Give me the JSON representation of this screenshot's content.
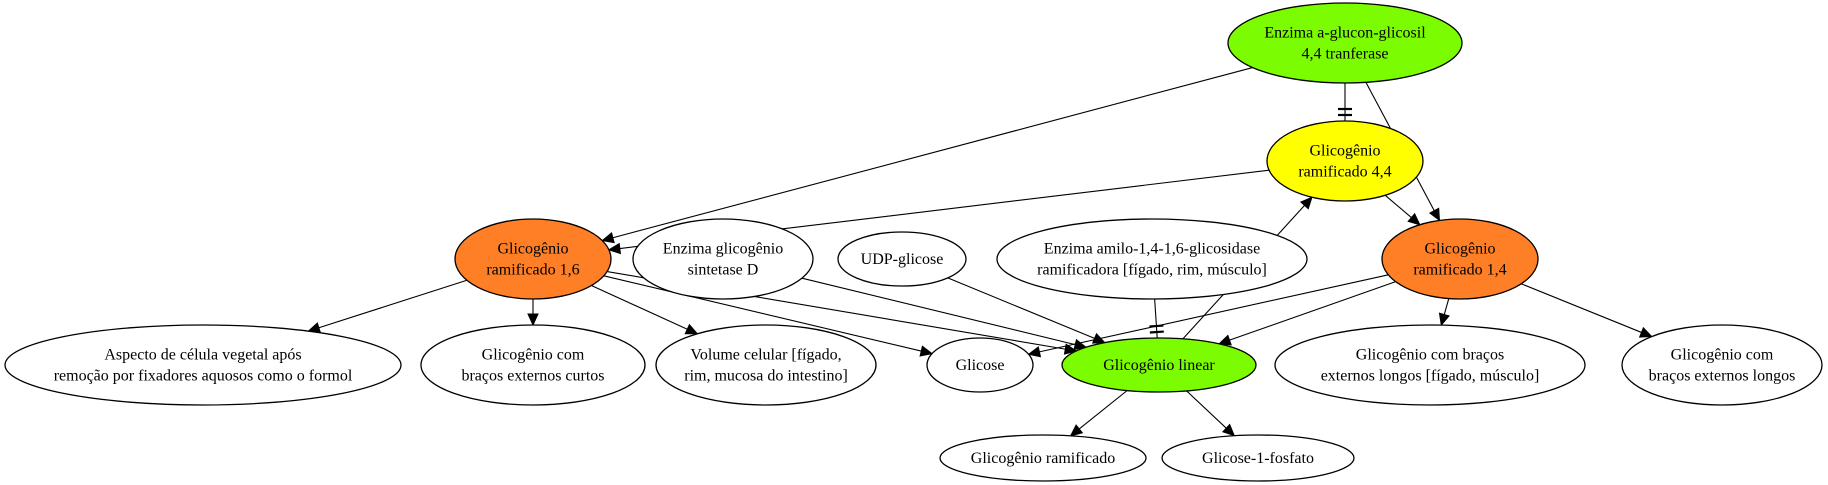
{
  "colors": {
    "green": "#7cfc00",
    "yellow": "#ffff00",
    "orange": "#ff7f27",
    "white": "#ffffff",
    "line": "#000000"
  },
  "nodes": {
    "enzima_transferase": {
      "lines": [
        "Enzima a-glucon-glicosil",
        "4,4 tranferase"
      ],
      "fill": "green"
    },
    "glic_ram_44": {
      "lines": [
        "Glicogênio",
        "ramificado 4,4"
      ],
      "fill": "yellow"
    },
    "glic_ram_16": {
      "lines": [
        "Glicogênio",
        "ramificado 1,6"
      ],
      "fill": "orange"
    },
    "glic_ram_14": {
      "lines": [
        "Glicogênio",
        "ramificado 1,4"
      ],
      "fill": "orange"
    },
    "enzima_sintetase": {
      "lines": [
        "Enzima glicogênio",
        "sintetase D"
      ],
      "fill": "white"
    },
    "udp_glicose": {
      "lines": [
        "UDP-glicose"
      ],
      "fill": "white"
    },
    "enzima_amilo": {
      "lines": [
        "Enzima amilo-1,4-1,6-glicosidase",
        "ramificadora [fígado, rim, músculo]"
      ],
      "fill": "white"
    },
    "aspecto_celula": {
      "lines": [
        "Aspecto de célula vegetal após",
        "remoção por fixadores aquosos como o formol"
      ],
      "fill": "white"
    },
    "bracos_curtos": {
      "lines": [
        "Glicogênio com",
        "braços externos curtos"
      ],
      "fill": "white"
    },
    "volume_celular": {
      "lines": [
        "Volume celular [fígado,",
        "rim, mucosa do intestino]"
      ],
      "fill": "white"
    },
    "glicose": {
      "lines": [
        "Glicose"
      ],
      "fill": "white"
    },
    "glic_linear": {
      "lines": [
        "Glicogênio linear"
      ],
      "fill": "green"
    },
    "bracos_longos_figado": {
      "lines": [
        "Glicogênio com braços",
        "externos longos [fígado, músculo]"
      ],
      "fill": "white"
    },
    "bracos_longos": {
      "lines": [
        "Glicogênio com",
        "braços externos longos"
      ],
      "fill": "white"
    },
    "glic_ramificado": {
      "lines": [
        "Glicogênio ramificado"
      ],
      "fill": "white"
    },
    "glicose_1_fosfato": {
      "lines": [
        "Glicose-1-fosfato"
      ],
      "fill": "white"
    }
  },
  "edges": [
    {
      "from": "enzima_transferase",
      "to": "glic_ram_44",
      "kind": "inhibit"
    },
    {
      "from": "enzima_transferase",
      "to": "glic_ram_16",
      "kind": "arrow"
    },
    {
      "from": "enzima_transferase",
      "to": "glic_ram_14",
      "kind": "arrow"
    },
    {
      "from": "glic_ram_44",
      "to": "glic_ram_16",
      "kind": "arrow"
    },
    {
      "from": "glic_ram_44",
      "to": "glic_ram_14",
      "kind": "arrow"
    },
    {
      "from": "glic_ram_16",
      "to": "aspecto_celula",
      "kind": "arrow"
    },
    {
      "from": "glic_ram_16",
      "to": "bracos_curtos",
      "kind": "arrow"
    },
    {
      "from": "glic_ram_16",
      "to": "volume_celular",
      "kind": "arrow"
    },
    {
      "from": "glic_ram_16",
      "to": "glicose",
      "kind": "arrow"
    },
    {
      "from": "glic_ram_16",
      "to": "glic_linear",
      "kind": "arrow"
    },
    {
      "from": "enzima_sintetase",
      "to": "glic_linear",
      "kind": "arrow"
    },
    {
      "from": "udp_glicose",
      "to": "glic_linear",
      "kind": "arrow"
    },
    {
      "from": "enzima_amilo",
      "to": "glic_linear",
      "kind": "inhibit"
    },
    {
      "from": "glic_linear",
      "to": "glic_ram_44",
      "kind": "arrow"
    },
    {
      "from": "glic_ram_14",
      "to": "glicose",
      "kind": "arrow"
    },
    {
      "from": "glic_ram_14",
      "to": "glic_linear",
      "kind": "arrow"
    },
    {
      "from": "glic_ram_14",
      "to": "bracos_longos_figado",
      "kind": "arrow"
    },
    {
      "from": "glic_ram_14",
      "to": "bracos_longos",
      "kind": "arrow"
    },
    {
      "from": "glic_linear",
      "to": "glic_ramificado",
      "kind": "arrow"
    },
    {
      "from": "glic_linear",
      "to": "glicose_1_fosfato",
      "kind": "arrow"
    }
  ]
}
